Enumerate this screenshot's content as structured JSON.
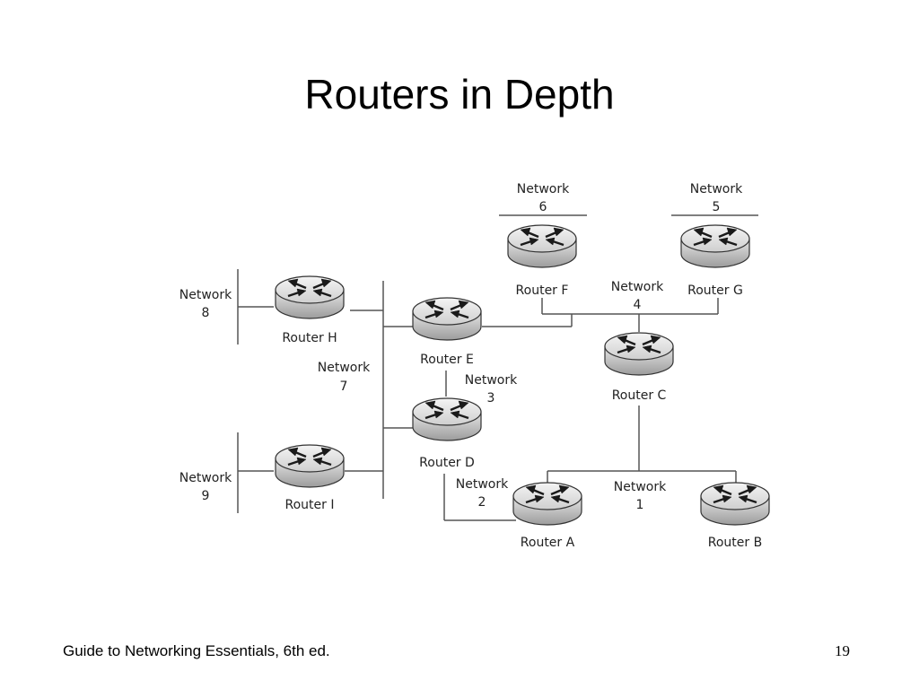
{
  "slide": {
    "title": "Routers in Depth",
    "footer": "Guide to Networking Essentials, 6th ed.",
    "page_number": "19"
  },
  "diagram": {
    "routers": [
      {
        "id": "H",
        "label": "Router H"
      },
      {
        "id": "I",
        "label": "Router I"
      },
      {
        "id": "E",
        "label": "Router E"
      },
      {
        "id": "D",
        "label": "Router D"
      },
      {
        "id": "F",
        "label": "Router F"
      },
      {
        "id": "G",
        "label": "Router G"
      },
      {
        "id": "C",
        "label": "Router C"
      },
      {
        "id": "A",
        "label": "Router A"
      },
      {
        "id": "B",
        "label": "Router B"
      }
    ],
    "networks": [
      {
        "id": "6",
        "word": "Network",
        "num": "6"
      },
      {
        "id": "5",
        "word": "Network",
        "num": "5"
      },
      {
        "id": "8",
        "word": "Network",
        "num": "8"
      },
      {
        "id": "4",
        "word": "Network",
        "num": "4"
      },
      {
        "id": "7",
        "word": "Network",
        "num": "7"
      },
      {
        "id": "3",
        "word": "Network",
        "num": "3"
      },
      {
        "id": "9",
        "word": "Network",
        "num": "9"
      },
      {
        "id": "2",
        "word": "Network",
        "num": "2"
      },
      {
        "id": "1",
        "word": "Network",
        "num": "1"
      }
    ]
  }
}
